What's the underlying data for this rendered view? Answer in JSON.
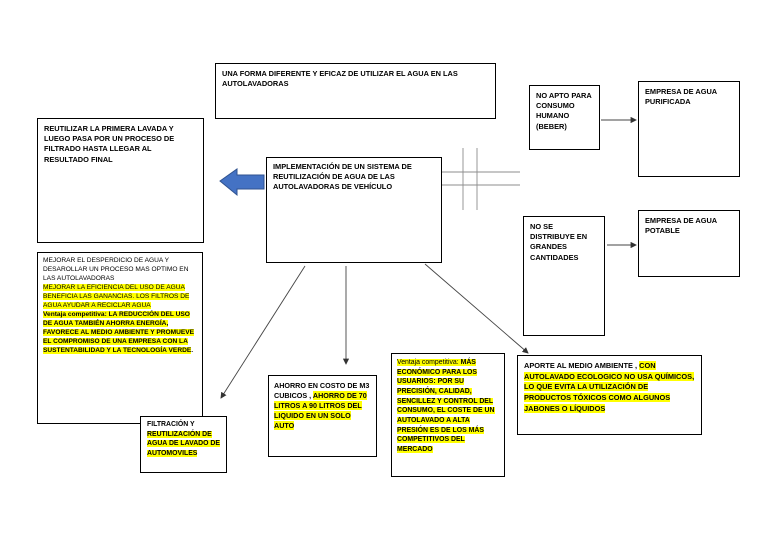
{
  "colors": {
    "highlight": "#ffff00",
    "arrow_fill": "#4472c4",
    "arrow_stroke": "#2f528f",
    "line": "#595959"
  },
  "header": {
    "text": "UNA FORMA DIFERENTE Y EFICAZ DE UTILIZAR EL AGUA EN LAS AUTOLAVADORAS"
  },
  "center": {
    "text": "IMPLEMENTACIÓN DE UN SISTEMA DE REUTILIZACIÓN DE AGUA DE LAS AUTOLAVADORAS DE VEHÍCULO"
  },
  "left_top": {
    "text": "REUTILIZAR LA PRIMERA LAVADA Y LUEGO PASA POR UN PROCESO DE FILTRADO HASTA LLEGAR AL RESULTADO FINAL"
  },
  "left_mid": {
    "p1": "MEJORAR EL DESPERDICIO DE AGUA Y DESAROLLAR UN PROCESO MAS OPTIMO EN LAS AUTOLAVADORAS",
    "p2": "MEJORAR LA EFICIENCIA DEL USO DE AGUA BENEFICIA LAS GANANCIAS. LOS FILTROS DE AGUA AYUDAR A RECICLAR AGUA",
    "p3a": "Ventaja competitiva: ",
    "p3b": "LA REDUCCIÓN DEL USO DE AGUA TAMBIÉN AHORRA ENERGÍA, FAVORECE AL MEDIO AMBIENTE Y PROMUEVE EL COMPROMISO DE UNA EMPRESA CON LA SUSTENTABILIDAD Y LA TECNOLOGÍA VERDE",
    "p3c": "."
  },
  "filtracion": {
    "line1": "FILTRACIÓN Y",
    "line2": "REUTILIZACIÓN DE AGUA DE LAVADO DE AUTOMOVILES"
  },
  "ahorro": {
    "a": "AHORRO EN COSTO DE M3 CUBICOS , ",
    "b": "AHORRO DE 70 LITROS A 90 LITROS DEL LIQUIDO EN UN SOLO AUTO"
  },
  "ventaja": {
    "a": "Ventaja competitiva: ",
    "b": "MÁS ECONÓMICO PARA LOS USUARIOS: POR SU PRECISIÓN, CALIDAD, SENCILLEZ Y CONTROL DEL CONSUMO, EL COSTE DE UN AUTOLAVADO A ALTA PRESIÓN ES DE LOS MÁS COMPETITIVOS DEL MERCADO"
  },
  "aporte": {
    "a": "APORTE AL MEDIO AMBIENTE , ",
    "b": "CON AUTOLAVADO ECOLOGICO NO USA QUÍMICOS, LO QUE EVITA LA UTILIZACIÓN DE PRODUCTOS TÓXICOS COMO ALGUNOS JABONES O LÍQUIDOS"
  },
  "no_apto": {
    "text": "NO APTO PARA CONSUMO HUMANO (BEBER)"
  },
  "purificada": {
    "text": "EMPRESA DE AGUA PURIFICADA"
  },
  "no_distribuye": {
    "text": "NO SE DISTRIBUYE EN GRANDES CANTIDADES"
  },
  "potable": {
    "text": "EMPRESA DE AGUA POTABLE"
  }
}
